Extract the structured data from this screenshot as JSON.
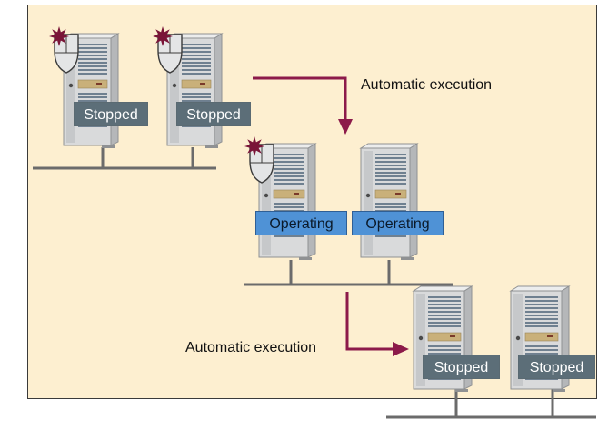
{
  "colors": {
    "background": "#fdefd0",
    "arrow": "#8c1a4a",
    "network_line": "#6b6b6b",
    "stopped_label": "#5c6e78",
    "operating_label": "#4f92d6",
    "failure_mark": "#7a1538"
  },
  "icons": [
    "server-icon",
    "failure-shield-icon",
    "arrow-icon"
  ],
  "groups": [
    {
      "servers": [
        {
          "status": "Stopped",
          "failed": true
        },
        {
          "status": "Stopped",
          "failed": true
        }
      ]
    },
    {
      "servers": [
        {
          "status": "Operating",
          "failed": true
        },
        {
          "status": "Operating",
          "failed": false
        }
      ]
    },
    {
      "servers": [
        {
          "status": "Stopped",
          "failed": false
        },
        {
          "status": "Stopped",
          "failed": false
        }
      ]
    }
  ],
  "arrows": [
    {
      "label": "Automatic execution"
    },
    {
      "label": "Automatic execution"
    }
  ]
}
